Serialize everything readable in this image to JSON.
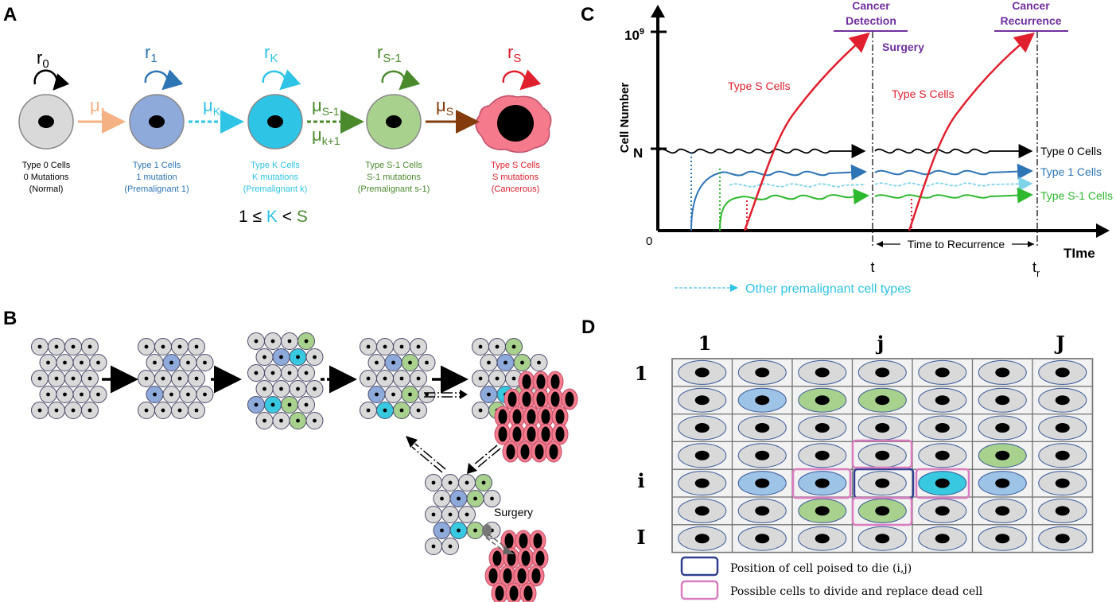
{
  "colors": {
    "type0": "#000000",
    "type1": "#2e75b6",
    "typeK": "#2ec4e6",
    "typeS1": "#4a8a2c",
    "typeS": "#e0202e",
    "mu1": "#f4b183",
    "muS": "#843c0c",
    "purple": "#7030a0",
    "cellGray": "#d9d9d9",
    "cellBlue": "#9dc3e6",
    "cellCyan": "#38c8e0",
    "cellGreen": "#a9d18e",
    "cellPink": "#f47a8c",
    "boxBlue": "#2f3f8f",
    "boxPink": "#d97cc0"
  },
  "panels": {
    "a": "A",
    "b": "B",
    "c": "C",
    "d": "D"
  },
  "panel_a": {
    "rates": {
      "r0": "r",
      "r0sub": "0",
      "r1": "r",
      "r1sub": "1",
      "rK": "r",
      "rKsub": "K",
      "rS1": "r",
      "rS1sub": "S-1",
      "rS": "r",
      "rSsub": "S"
    },
    "mu": {
      "mu1": "μ",
      "mu1sub": "1",
      "muK": "μ",
      "muKsub": "K",
      "muS1": "μ",
      "muS1sub": "S-1",
      "muK1": "μ",
      "muK1sub": "k+1",
      "muS": "μ",
      "muSsub": "S"
    },
    "cells": [
      {
        "line1": "Type 0 Cells",
        "line2": "0 Mutations",
        "line3": "(Normal)"
      },
      {
        "line1": "Type 1 Cells",
        "line2": "1 mutation",
        "line3": "(Premalignant 1)"
      },
      {
        "line1": "Type K Cells",
        "line2": "K mutations",
        "line3": "(Premalignant k)"
      },
      {
        "line1": "Type S-1 Cells",
        "line2": "S-1 mutations",
        "line3": "(Premalignant s-1)"
      },
      {
        "line1": "Type S Cells",
        "line2": "S mutations",
        "line3": "(Cancerous)"
      }
    ],
    "inequality": {
      "one": "1 ≤ ",
      "k": "K",
      "lt": " < ",
      "s": "S"
    }
  },
  "panel_b": {
    "surgery": "Surgery"
  },
  "panel_c": {
    "ylabel": "Cell Number",
    "xlabel": "TIme",
    "y_top": "10",
    "y_top_sup": "9",
    "y_n": "N",
    "origin": "0",
    "cancer_detection_1": "Cancer",
    "cancer_detection_2": "Detection",
    "cancer_recurrence_1": "Cancer",
    "cancer_recurrence_2": "Recurrence",
    "surgery": "Surgery",
    "typeS_label_1": "Type S Cells",
    "typeS_label_2": "Type S Cells",
    "type0": "Type 0 Cells",
    "type1": "Type 1 Cells",
    "typeS1": "Type S-1 Cells",
    "time_to_recurrence": "Time to Recurrence",
    "t": "t",
    "tr": "t",
    "tr_sub": "r",
    "other_types": "Other premalignant cell types"
  },
  "panel_d": {
    "col_1": "1",
    "col_j": "j",
    "col_J": "J",
    "row_1": "1",
    "row_i": "i",
    "row_I": "I",
    "grid": [
      [
        "gray",
        "gray",
        "gray",
        "gray",
        "gray",
        "gray",
        "gray"
      ],
      [
        "gray",
        "blue",
        "green",
        "green",
        "gray",
        "gray",
        "gray"
      ],
      [
        "gray",
        "gray",
        "gray",
        "gray",
        "gray",
        "gray",
        "gray"
      ],
      [
        "gray",
        "gray",
        "gray",
        "gray",
        "gray",
        "green",
        "gray"
      ],
      [
        "gray",
        "blue",
        "blue",
        "gray",
        "cyan",
        "blue",
        "gray"
      ],
      [
        "gray",
        "gray",
        "green",
        "green",
        "gray",
        "gray",
        "gray"
      ],
      [
        "gray",
        "gray",
        "gray",
        "gray",
        "gray",
        "gray",
        "gray"
      ]
    ],
    "legend_die": "Position of cell poised to die (i,j)",
    "legend_divide": "Possible cells to divide and replace dead cell"
  }
}
